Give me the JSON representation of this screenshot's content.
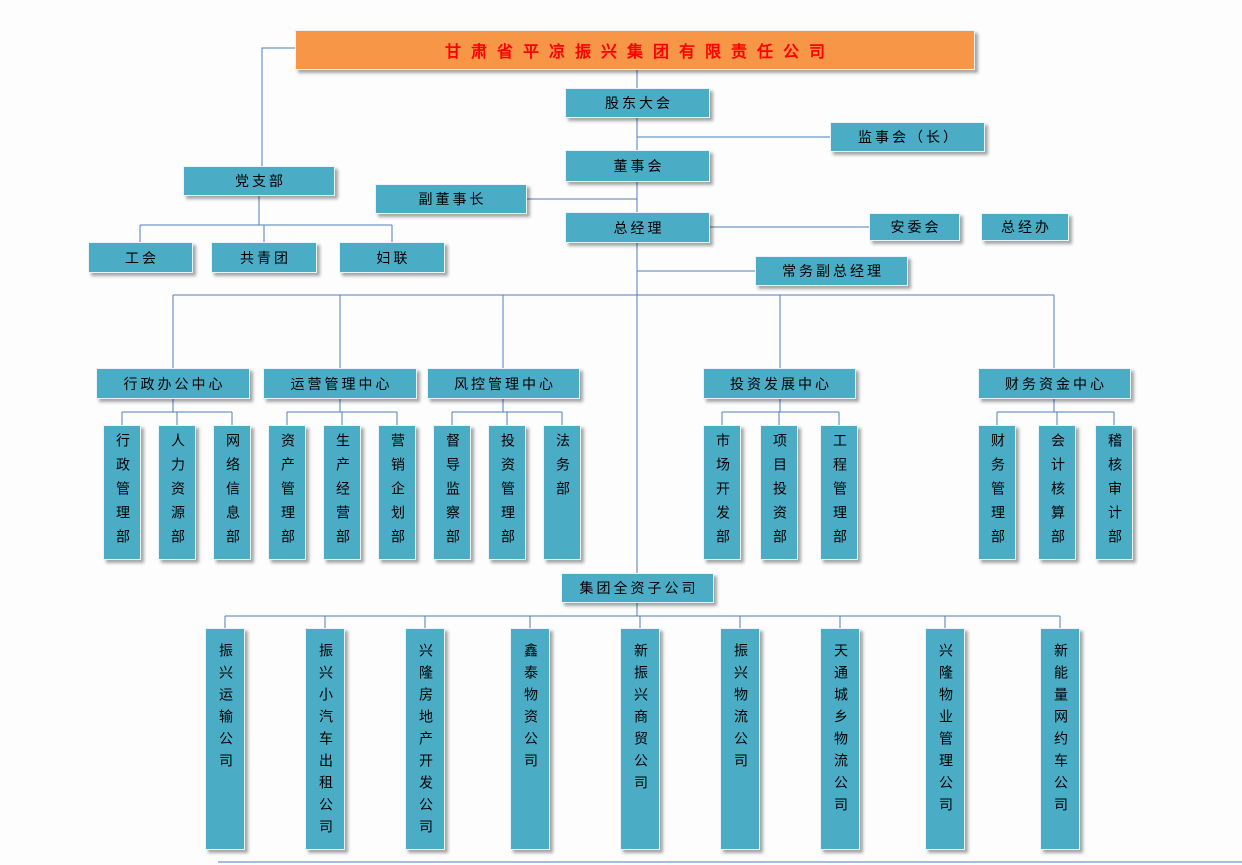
{
  "title": "甘肃省平凉振兴集团有限责任公司",
  "colors": {
    "node_fill": "#4BACC6",
    "node_border": "#E8F4F8",
    "title_fill": "#F79646",
    "title_text": "#FF0000",
    "line": "#4A7EBB"
  },
  "nodes": {
    "shareholders_meeting": "股东大会",
    "supervisory_board": "监事会（长）",
    "board_of_directors": "董事会",
    "party_branch": "党支部",
    "vice_chairman": "副董事长",
    "general_manager": "总经理",
    "safety_committee": "安委会",
    "gm_office": "总经办",
    "labor_union": "工会",
    "youth_league": "共青团",
    "womens_federation": "妇联",
    "executive_deputy_gm": "常务副总经理",
    "subsidiaries_group": "集团全资子公司"
  },
  "centers": [
    {
      "label": "行政办公中心",
      "departments": [
        "行政管理部",
        "人力资源部",
        "网络信息部"
      ]
    },
    {
      "label": "运营管理中心",
      "departments": [
        "资产管理部",
        "生产经营部",
        "营销企划部"
      ]
    },
    {
      "label": "风控管理中心",
      "departments": [
        "督导监察部",
        "投资管理部",
        "法务部"
      ]
    },
    {
      "label": "投资发展中心",
      "departments": [
        "市场开发部",
        "项目投资部",
        "工程管理部"
      ]
    },
    {
      "label": "财务资金中心",
      "departments": [
        "财务管理部",
        "会计核算部",
        "稽核审计部"
      ]
    }
  ],
  "subsidiaries": [
    "振兴运输公司",
    "振兴小汽车出租公司",
    "兴隆房地产开发公司",
    "鑫泰物资公司",
    "新振兴商贸公司",
    "振兴物流公司",
    "天通城乡物流公司",
    "兴隆物业管理公司",
    "新能量网约车公司"
  ]
}
